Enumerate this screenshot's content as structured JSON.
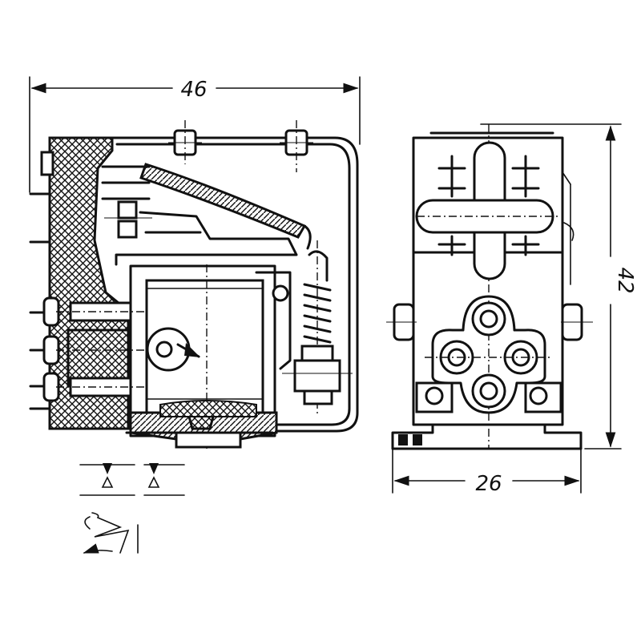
{
  "dimensions": {
    "width_label": "46",
    "height_label": "42",
    "depth_label": "26"
  },
  "colors": {
    "ink": "#111111",
    "paper": "#ffffff"
  },
  "icons": {
    "contact_symbol_left": "contact-symbol-icon",
    "contact_symbol_right": "contact-symbol-icon",
    "coil_symbol": "coil-symbol-icon"
  }
}
